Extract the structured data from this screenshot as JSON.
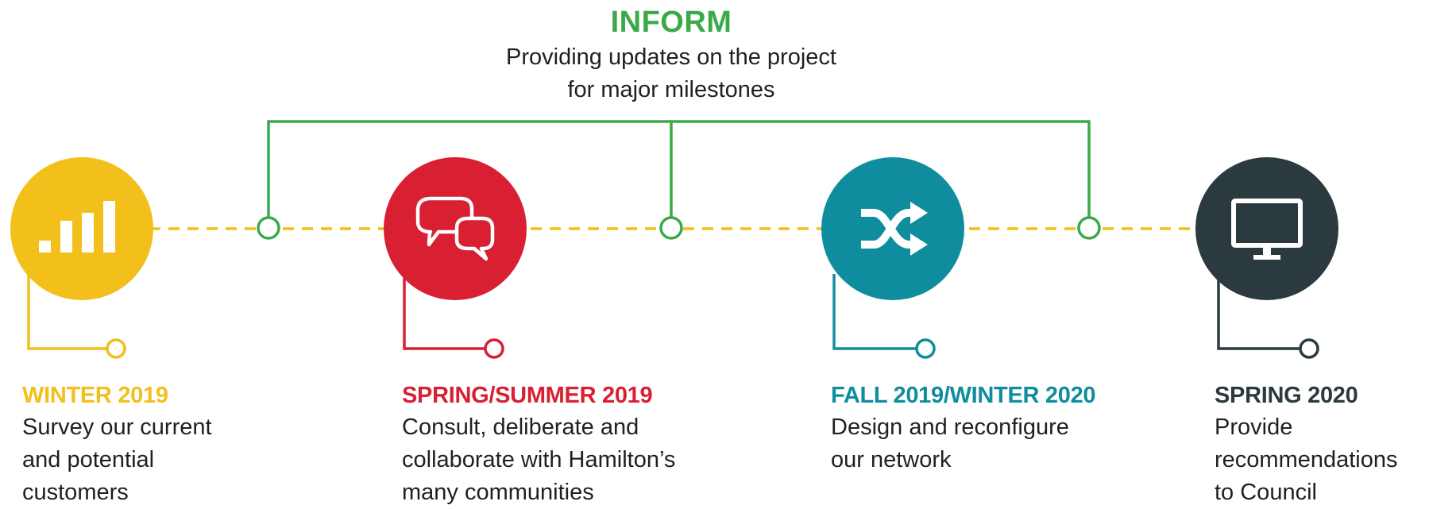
{
  "inform": {
    "title": "INFORM",
    "description_lines": [
      "Providing updates on the project",
      "for major milestones"
    ],
    "color": "#3aaa49"
  },
  "stages": [
    {
      "title": "WINTER 2019",
      "description_lines": [
        "Survey our current",
        "and potential",
        "customers"
      ],
      "color": "#f2bf1b",
      "icon": "bar-chart-icon"
    },
    {
      "title": "SPRING/SUMMER 2019",
      "description_lines": [
        "Consult, deliberate and",
        "collaborate with Hamilton’s",
        "many communities"
      ],
      "color": "#d91f32",
      "icon": "chat-bubbles-icon"
    },
    {
      "title": "FALL 2019/WINTER 2020",
      "description_lines": [
        "Design and reconfigure",
        "our network"
      ],
      "color": "#0f8d9e",
      "icon": "shuffle-icon"
    },
    {
      "title": "SPRING 2020",
      "description_lines": [
        "Provide",
        "recommendations",
        "to Council"
      ],
      "color": "#2b3a3e",
      "icon": "monitor-icon"
    }
  ],
  "timeline_color": "#f2bf1b"
}
